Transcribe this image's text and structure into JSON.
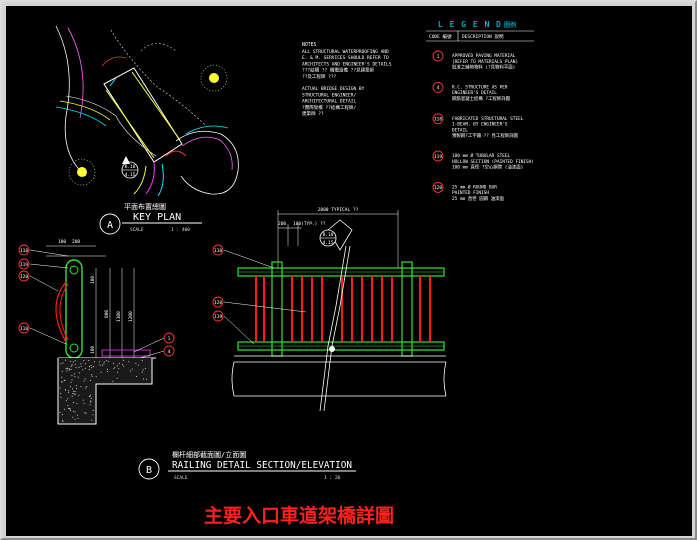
{
  "drawing_title": "主要入口車道架橋詳圖",
  "notes": {
    "heading": "NOTES",
    "lines": [
      "ALL STRUCTURAL WATERPROOFING AND",
      "E. & M. SERVICES SHOULD REFER TO",
      "ARCHITECTS AND ENGINEER'S DETAILS",
      "???結構 ?? 機電設備 ??見建築師",
      "??及工程師 ???",
      "",
      "ACTUAL BRIDGE DESIGN BY",
      "STRUCTURAL ENGINEER/",
      "ARCHITECTURAL DETAIL",
      "?實際架橋 ??結構工程師/",
      "建築師 ??"
    ]
  },
  "legend": {
    "title": "L E G E N D",
    "title_cn": "圖例",
    "col_code": "CODE 編號",
    "col_desc": "DESCRIPTION 說明",
    "items": [
      {
        "code": "1",
        "lines": [
          "APPROVED PAVING MATERIAL",
          "(REFER TO MATERIALS PLAN)",
          "批准之鋪地物料 (?見物料平面)"
        ]
      },
      {
        "code": "4",
        "lines": [
          "R.C. STRUCTURE AS PER",
          "ENGINEER'S DETAIL",
          "鋼筋混凝土結構 ?工程師詳圖"
        ]
      },
      {
        "code": "118",
        "lines": [
          "FABRICATED STRUCTURAL STEEL",
          "I-BEAM, BY ENGINEER'S",
          "DETAIL",
          "預製鋼?工字鐵 ?? 見工程師詳圖"
        ]
      },
      {
        "code": "119",
        "lines": [
          "100 mm Ø TUBULAR STEEL",
          "HOLLOW SECTION (PAINTED FINISH)",
          "100 mm 直徑 ?空心鋼管 (油漆面)"
        ]
      },
      {
        "code": "120",
        "lines": [
          "25 mm Ø ROUND BAR",
          "PAINTED FINISH",
          "25 mm 直徑 圓鋼 油漆面"
        ]
      }
    ]
  },
  "key_plan": {
    "label": "A",
    "title_cn": "平面布置總圖",
    "title": "KEY PLAN",
    "scale_label": "SCALE",
    "scale_value": "1 : 400",
    "section_mark_top": "B.10",
    "section_mark_bottom": "4.15"
  },
  "elevation": {
    "dim_typical": "2000 TYPICAL ??",
    "dim_200": "200",
    "dim_100typ": "100(TYP.) ??",
    "section_mark_top": "B.10",
    "section_mark_bottom": "4.15",
    "tags_left": [
      "118",
      "120",
      "119"
    ]
  },
  "section": {
    "dim_top_100": "100",
    "dim_top_200": "200",
    "dim_100a": "100",
    "dim_100b": "100",
    "dim_800": "800",
    "dim_1100": "1100",
    "dim_1200": "1200",
    "tags_left": [
      "118",
      "119",
      "120",
      "118"
    ],
    "tags_right": [
      "1",
      "4"
    ]
  },
  "detail_title": {
    "label": "B",
    "title_cn": "欄杆細部截面圖/立面圖",
    "title": "RAILING DETAIL SECTION/ELEVATION",
    "scale_label": "SCALE",
    "scale_value": "1 : 20"
  },
  "colors": {
    "background": "#000000",
    "railing_green": "#2ee62e",
    "rebar_red": "#ff1a1a",
    "cyan": "#00e5ff",
    "magenta": "#ff33ff",
    "yellow": "#ffff33",
    "title_red": "#ff2020"
  }
}
